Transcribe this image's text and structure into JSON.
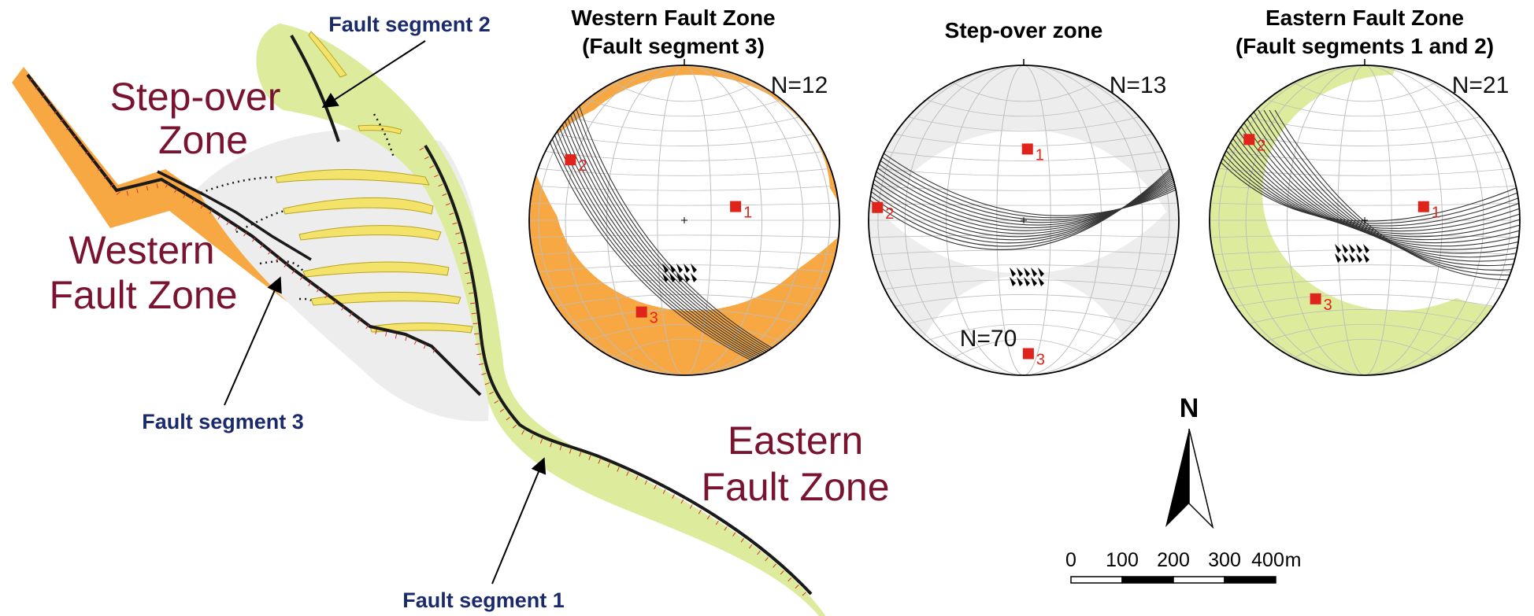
{
  "map": {
    "zone_labels": {
      "stepover": [
        "Step-over",
        "Zone"
      ],
      "western": [
        "Western",
        "Fault Zone"
      ],
      "eastern": [
        "Eastern",
        "Fault Zone"
      ]
    },
    "segment_labels": {
      "seg1": "Fault segment 1",
      "seg2": "Fault segment 2",
      "seg3": "Fault segment 3"
    },
    "colors": {
      "western_zone": "#f7a843",
      "eastern_zone": "#dcec9c",
      "stepover_zone": "#ededed",
      "fault_trace": "#1a1a1a",
      "fault_ticks": "#d2332c",
      "fracture_fill": "#f3e36a",
      "zone_label": "#7a1330",
      "segment_label": "#1a2a6c"
    }
  },
  "stereonets": [
    {
      "id": "western",
      "title": [
        "Western Fault Zone",
        "(Fault segment 3)"
      ],
      "n_label": "N=12",
      "extra_n_label": "",
      "fill_color": "#f7a843",
      "poles": [
        {
          "label": "1",
          "trend": 75,
          "plunge": 62
        },
        {
          "label": "2",
          "trend": 298,
          "plunge": 18
        },
        {
          "label": "3",
          "trend": 205,
          "plunge": 35
        }
      ]
    },
    {
      "id": "stepover",
      "title": [
        "Step-over zone"
      ],
      "n_label": "N=13",
      "extra_n_label": "N=70",
      "fill_color": "#ededed",
      "poles": [
        {
          "label": "1",
          "trend": 3,
          "plunge": 52
        },
        {
          "label": "2",
          "trend": 275,
          "plunge": 6
        },
        {
          "label": "3",
          "trend": 178,
          "plunge": 15
        }
      ]
    },
    {
      "id": "eastern",
      "title": [
        "Eastern Fault Zone",
        "(Fault segments 1 and 2)"
      ],
      "n_label": "N=21",
      "extra_n_label": "",
      "fill_color": "#dcec9c",
      "poles": [
        {
          "label": "2",
          "trend": 305,
          "plunge": 10
        },
        {
          "label": "1",
          "trend": 77,
          "plunge": 58
        },
        {
          "label": "3",
          "trend": 212,
          "plunge": 40
        }
      ]
    }
  ],
  "north_arrow": {
    "label": "N"
  },
  "scale_bar": {
    "ticks": [
      "0",
      "100",
      "200",
      "300",
      "400"
    ],
    "unit": "m"
  },
  "pole_color": "#e0241b"
}
